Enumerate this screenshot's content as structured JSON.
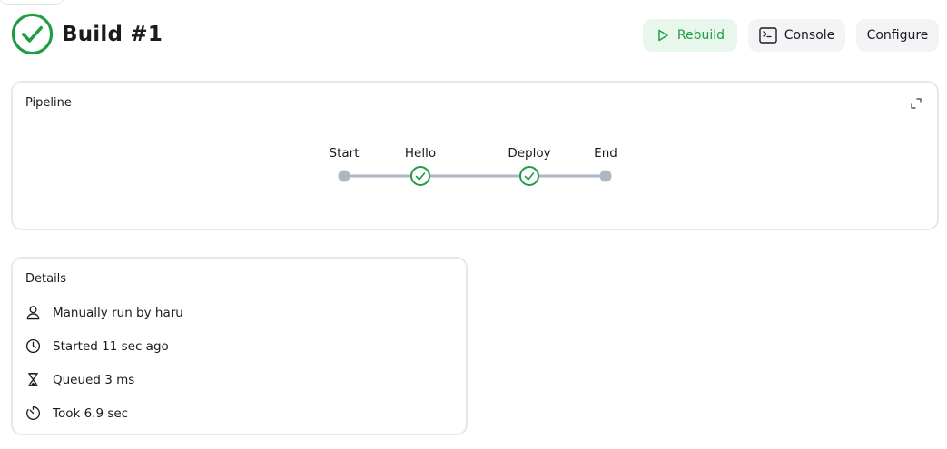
{
  "build": {
    "title": "Build #1",
    "status": "success",
    "status_color": "#1f9d46"
  },
  "toolbar": {
    "rebuild_label": "Rebuild",
    "console_label": "Console",
    "configure_label": "Configure"
  },
  "pipeline": {
    "title": "Pipeline",
    "stages": [
      {
        "label": "Start",
        "status": "neutral"
      },
      {
        "label": "Hello",
        "status": "success"
      },
      {
        "label": "Deploy",
        "status": "success"
      },
      {
        "label": "End",
        "status": "neutral"
      }
    ]
  },
  "details": {
    "title": "Details",
    "items": [
      {
        "icon": "user-icon",
        "text": "Manually run by haru"
      },
      {
        "icon": "clock-icon",
        "text": "Started 11 sec ago"
      },
      {
        "icon": "hourglass-icon",
        "text": "Queued 3 ms"
      },
      {
        "icon": "timer-icon",
        "text": "Took 6.9 sec"
      }
    ]
  },
  "colors": {
    "success": "#1f9d46",
    "success_bg": "#e8f6ec",
    "neutral_node": "#aeb6c4",
    "button_bg": "#f4f4f6",
    "border": "#e8e8ec"
  }
}
